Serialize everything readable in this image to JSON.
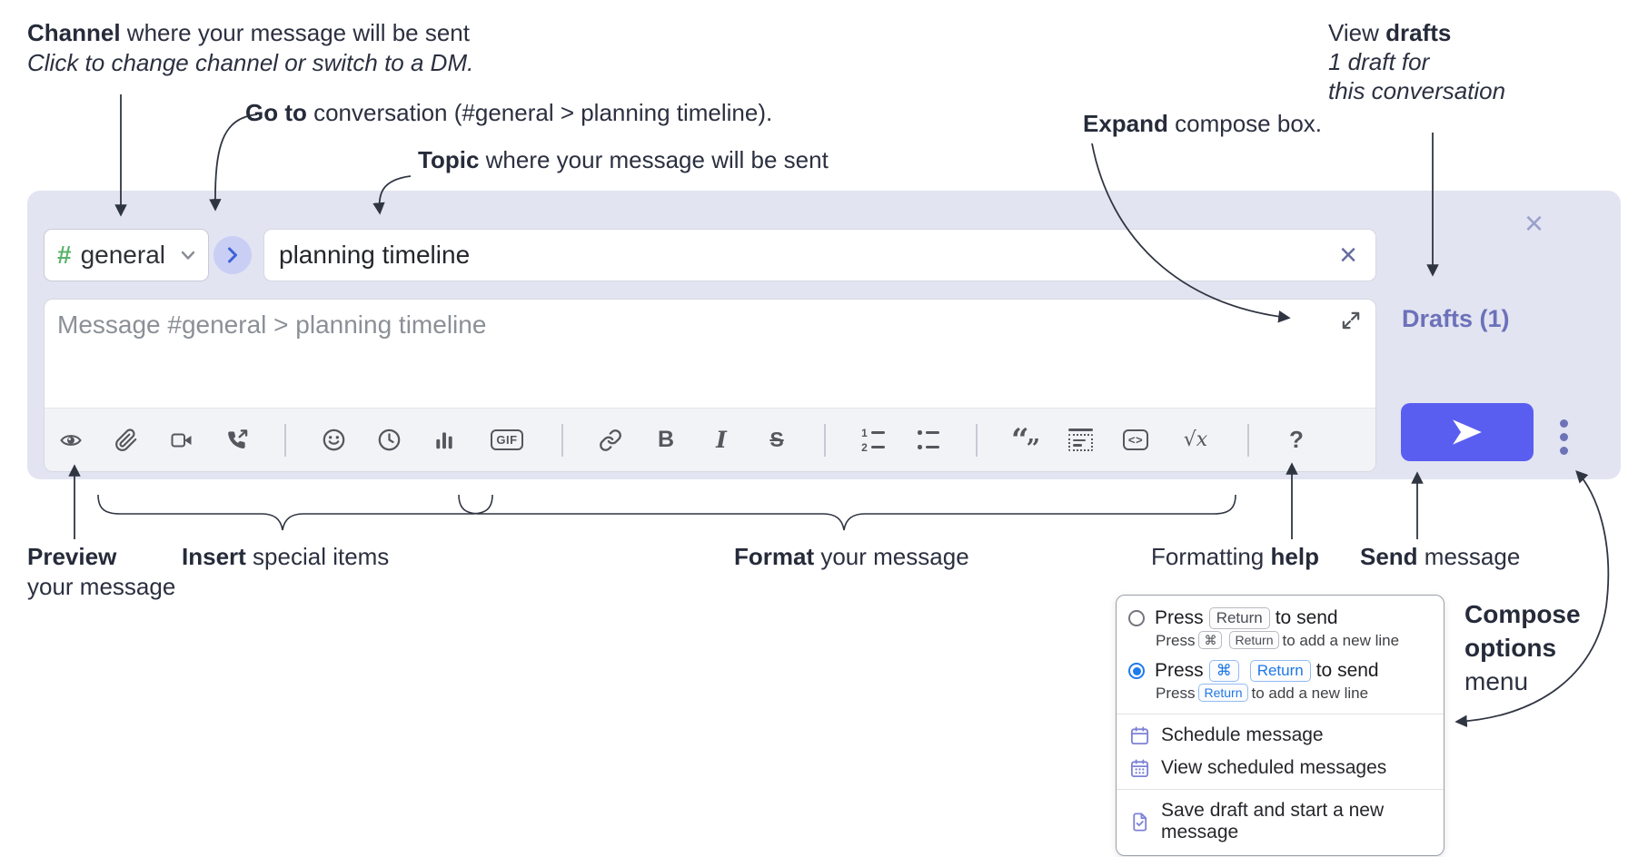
{
  "annotations": {
    "channel_bold": "Channel",
    "channel_rest": " where your message will be sent",
    "channel_sub": "Click to change channel or switch to a DM.",
    "goto_bold": "Go to",
    "goto_rest": " conversation (#general > planning timeline).",
    "topic_bold": "Topic",
    "topic_rest": " where your message will be sent",
    "expand_bold": "Expand",
    "expand_rest": " compose box.",
    "drafts_pre": "View ",
    "drafts_bold": "drafts",
    "drafts_line2": "1 draft for",
    "drafts_line3": "this conversation",
    "preview_bold": "Preview",
    "preview_rest": "your message",
    "insert_bold": "Insert",
    "insert_rest": " special items",
    "format_bold": "Format",
    "format_rest": " your message",
    "help_pre": "Formatting ",
    "help_bold": "help",
    "send_bold": "Send",
    "send_rest": " message",
    "copts_bold1": "Compose",
    "copts_bold2": "options",
    "copts_rest": "menu"
  },
  "compose": {
    "channel": {
      "hash": "#",
      "name": "general"
    },
    "topic_value": "planning timeline",
    "clear_glyph": "×",
    "close_glyph": "×",
    "message_placeholder": "Message #general > planning timeline",
    "drafts_link": "Drafts (1)",
    "toolbar_icon_names": [
      "preview-icon",
      "attach-icon",
      "video-call-icon",
      "audio-call-icon",
      "emoji-icon",
      "time-icon",
      "poll-icon",
      "gif-icon",
      "link-icon",
      "bold-icon",
      "italic-icon",
      "strikethrough-icon",
      "numbered-list-icon",
      "bulleted-list-icon",
      "quote-icon",
      "spoiler-icon",
      "code-icon",
      "math-icon",
      "help-icon"
    ],
    "toolbar": {
      "gif": "GIF",
      "bold": "B",
      "italic": "I",
      "strike": "S",
      "num1": "1",
      "num2": "2",
      "quote_open": "“",
      "quote_close": "”",
      "code": "<>",
      "math_root": "√",
      "math_x": "x",
      "help": "?"
    }
  },
  "options_menu": {
    "enter_sends": {
      "selected": false,
      "pre": "Press",
      "key": "Return",
      "post": "to send",
      "sub_pre": "Press",
      "sub_key1": "⌘",
      "sub_key2": "Return",
      "sub_post": "to add a new line"
    },
    "cmd_enter_sends": {
      "selected": true,
      "pre": "Press",
      "key1": "⌘",
      "key2": "Return",
      "post": "to send",
      "sub_pre": "Press",
      "sub_key": "Return",
      "sub_post": "to add a new line"
    },
    "items": [
      {
        "icon": "calendar-icon",
        "label": "Schedule message"
      },
      {
        "icon": "calendar-dates-icon",
        "label": "View scheduled messages"
      },
      {
        "icon": "save-draft-icon",
        "label": "Save draft and start a new message"
      }
    ]
  },
  "colors": {
    "compose_bg": "#e2e4f1",
    "send_button": "#5a5ef0",
    "drafts_link": "#6c71ba",
    "radio_selected": "#1f7aec",
    "menu_icon_purple": "#7d81d6",
    "hash_green": "#58b368",
    "goto_circle": "#c9cef5",
    "goto_chevron": "#3e63d8",
    "annotation_ink": "#2b3040"
  }
}
